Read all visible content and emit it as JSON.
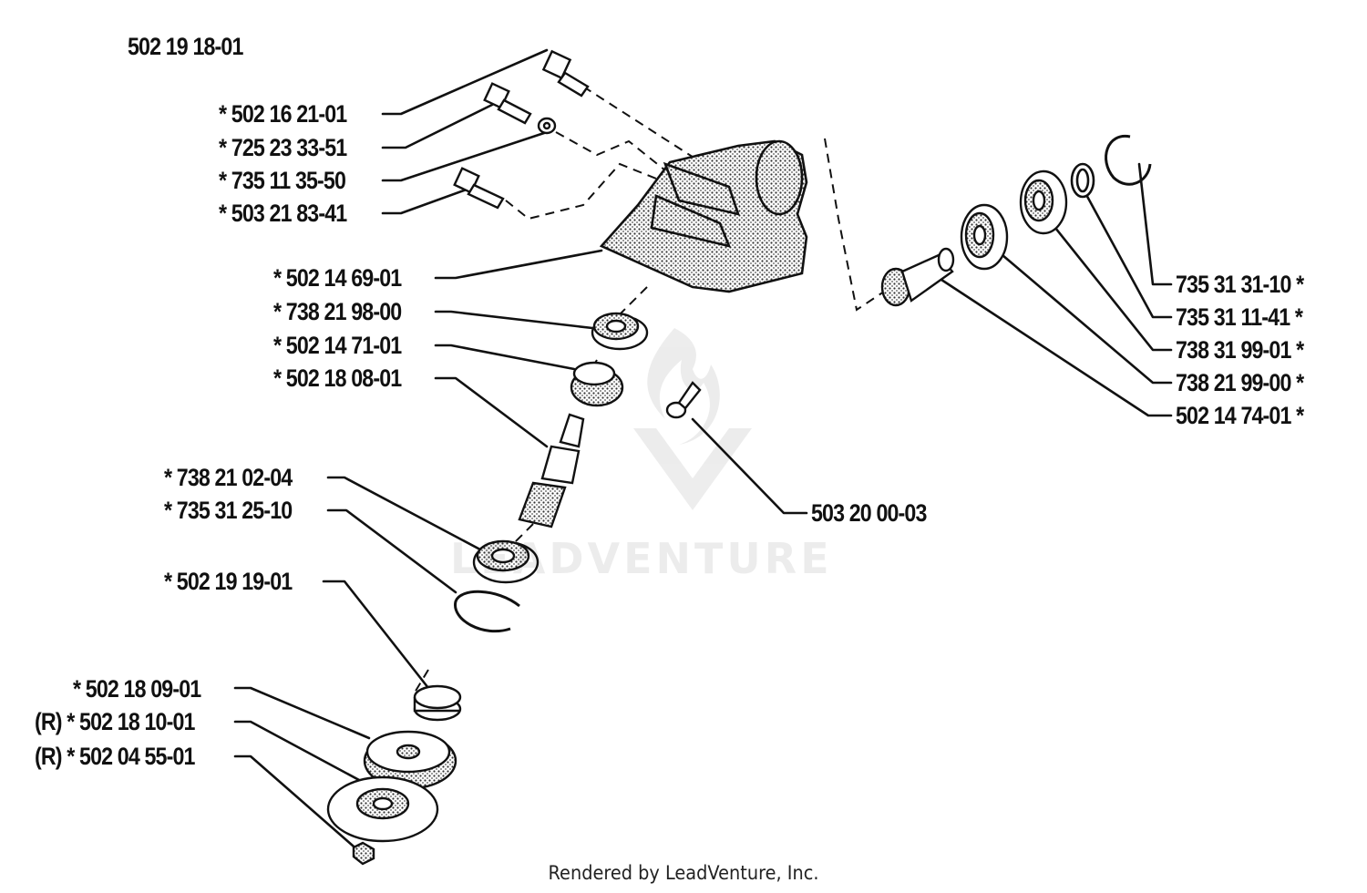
{
  "diagram": {
    "assembly_number": "502 19 18-01",
    "watermark": "LEADVENTURE",
    "footer": "Rendered by LeadVenture, Inc.",
    "colors": {
      "ink": "#111111",
      "fill": "#ffffff"
    },
    "left_labels": [
      {
        "text": "*  502 16 21-01"
      },
      {
        "text": "*  725 23 33-51"
      },
      {
        "text": "*  735 11 35-50"
      },
      {
        "text": "*  503 21 83-41"
      },
      {
        "text": "*  502 14 69-01"
      },
      {
        "text": "*  738 21 98-00"
      },
      {
        "text": "*  502 14 71-01"
      },
      {
        "text": "*  502 18 08-01"
      },
      {
        "text": "*  738 21 02-04"
      },
      {
        "text": "*  735 31 25-10"
      },
      {
        "text": "*  502 19 19-01"
      },
      {
        "text": "*  502 18 09-01"
      },
      {
        "text": "(R) *  502 18 10-01"
      },
      {
        "text": "(R) *  502 04 55-01"
      }
    ],
    "right_labels": [
      {
        "text": "735 31 31-10  *"
      },
      {
        "text": "735 31 11-41  *"
      },
      {
        "text": "738 31 99-01  *"
      },
      {
        "text": "738 21 99-00  *"
      },
      {
        "text": "502 14 74-01  *"
      }
    ],
    "center_label": "503 20 00-03"
  }
}
